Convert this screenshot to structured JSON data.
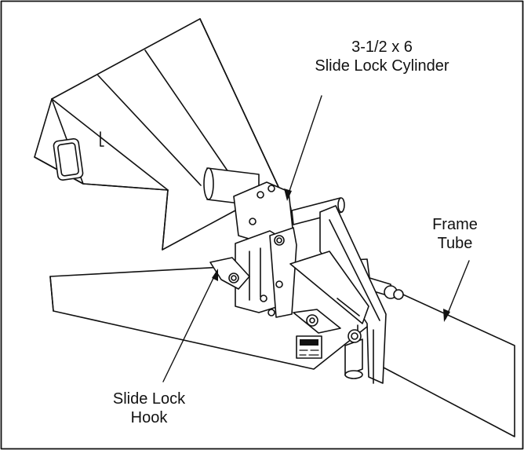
{
  "labels": {
    "cylinder": [
      "3-1/2 x 6",
      "Slide Lock Cylinder"
    ],
    "frame_tube": [
      "Frame",
      "Tube"
    ],
    "slide_lock_hook": [
      "Slide Lock",
      "Hook"
    ]
  },
  "colors": {
    "line": "#111111",
    "background": "#ffffff"
  }
}
